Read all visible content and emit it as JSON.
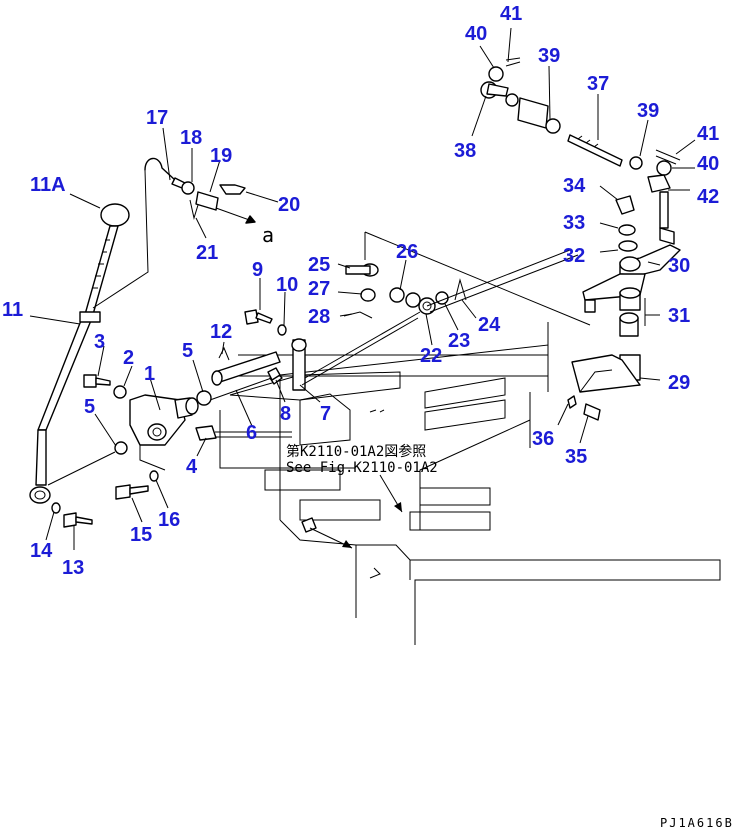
{
  "diagram": {
    "labels": [
      "41",
      "40",
      "39",
      "37",
      "38",
      "39",
      "41",
      "40",
      "34",
      "42",
      "33",
      "32",
      "30",
      "31",
      "29",
      "36",
      "35",
      "17",
      "18",
      "19",
      "11A",
      "20",
      "21",
      "9",
      "10",
      "25",
      "26",
      "27",
      "28",
      "24",
      "22",
      "23",
      "12",
      "5",
      "1",
      "2",
      "3",
      "11",
      "5",
      "8",
      "7",
      "6",
      "4",
      "15",
      "16",
      "14",
      "13"
    ],
    "reference_note_jp": "第K2110-01A2図参照",
    "reference_note_en": "See Fig.K2110-01A2",
    "arrow_ref": "a",
    "drawing_code": "PJ1A616B",
    "label_color": "#1c1cd6"
  }
}
